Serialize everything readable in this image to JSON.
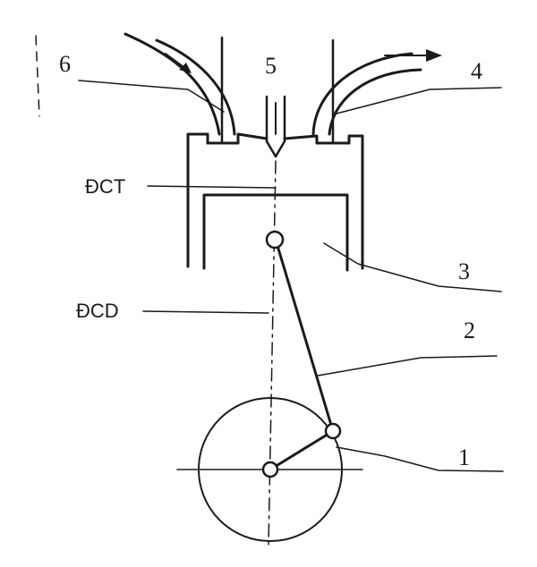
{
  "labels": {
    "l1": "1",
    "l2": "2",
    "l3": "3",
    "l4": "4",
    "l5": "5",
    "l6": "6",
    "tdc": "ĐCT",
    "bdc": "ĐCD"
  },
  "colors": {
    "ink": "#1a1a1a",
    "background": "#ffffff"
  }
}
